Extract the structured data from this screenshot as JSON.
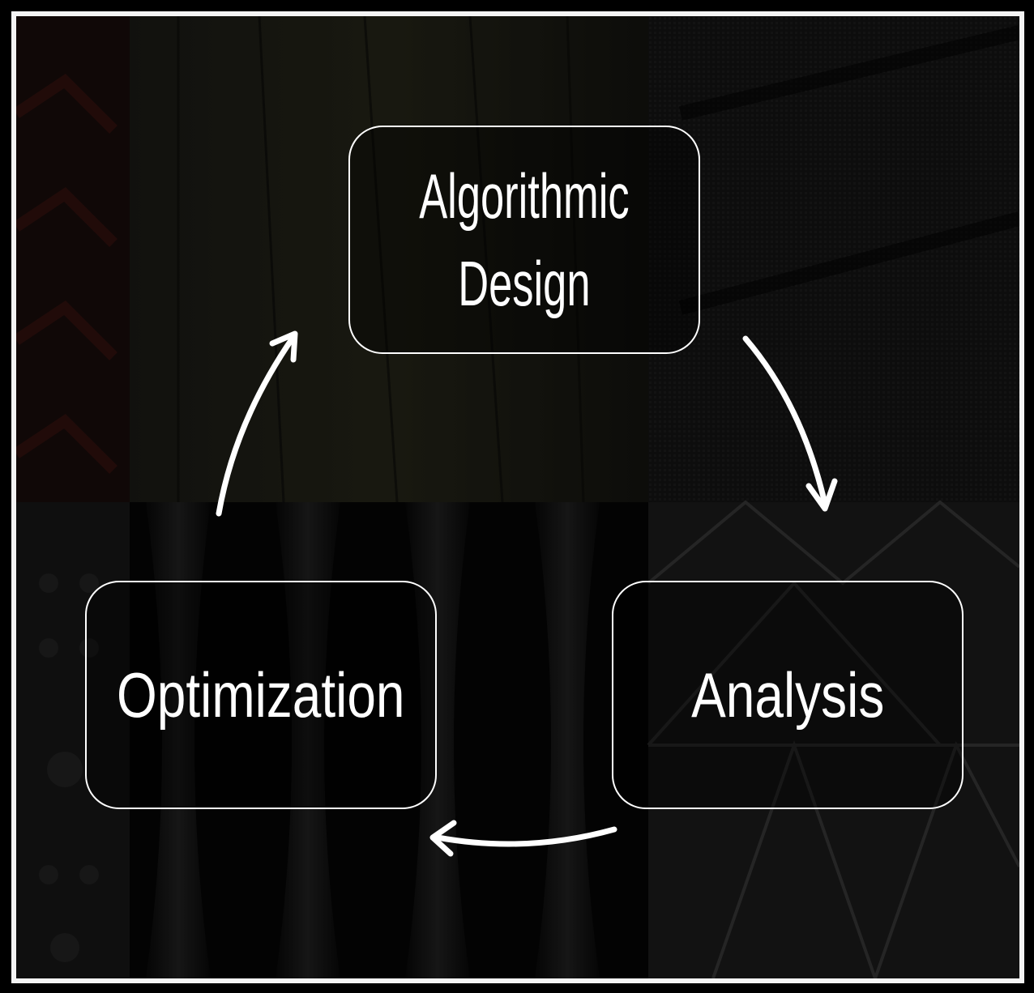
{
  "diagram": {
    "nodes": {
      "design": {
        "line1": "Algorithmic",
        "line2": "Design"
      },
      "analysis": {
        "label": "Analysis"
      },
      "optimization": {
        "label": "Optimization"
      }
    },
    "colors": {
      "border": "#ffffff",
      "text": "#ffffff",
      "frame": "#f4f4f4",
      "background": "#0d0d0d"
    }
  }
}
